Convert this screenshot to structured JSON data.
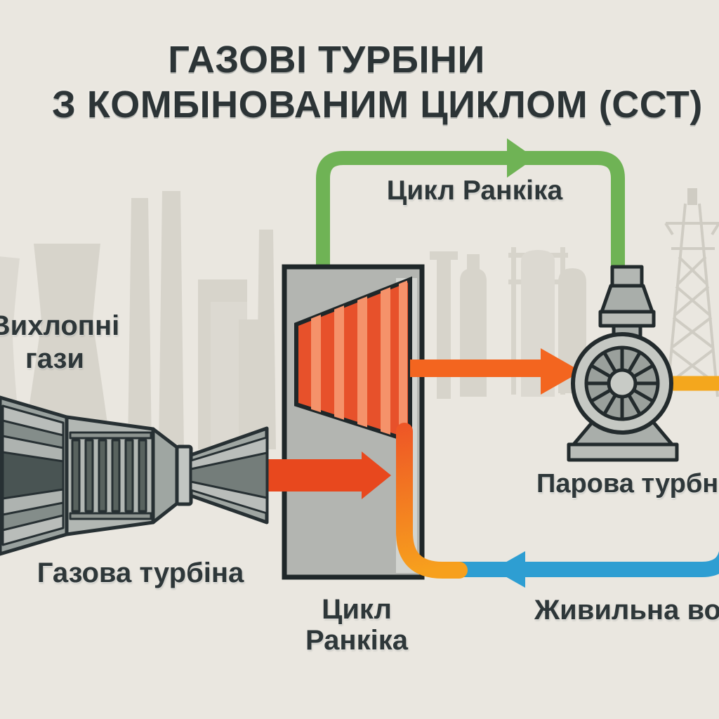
{
  "title": {
    "line1": "ГАЗОВІ ТУРБІНИ",
    "line2": "З КОМБІНОВАНИМ ЦИКЛОМ (ССТ)"
  },
  "labels": {
    "rankine_top": "Цикл Ранкіка",
    "exhaust_line1": "Вихлопні",
    "exhaust_line2": "гази",
    "gas_turbine": "Газова турбіна",
    "steam_turbine": "Парова турбна",
    "rankine_bottom_line1": "Цикл",
    "rankine_bottom_line2": "Ранкіка",
    "feed_water": "Живильна вода"
  },
  "diagram": {
    "nodes": [
      {
        "id": "gas-turbine",
        "label": "Газова турбіна"
      },
      {
        "id": "hrsg-boiler",
        "label": "Цикл Ранкіка"
      },
      {
        "id": "steam-turbine",
        "label": "Парова турбна"
      }
    ],
    "flows": [
      {
        "id": "exhaust-gases",
        "label": "Вихлопні гази",
        "from": "gas-turbine",
        "to": "hrsg-boiler",
        "color": "#e8481e",
        "direction": "right"
      },
      {
        "id": "rankine-steam-loop",
        "label": "Цикл Ранкіка",
        "from": "hrsg-boiler",
        "to": "steam-turbine",
        "color": "#6fb355",
        "direction": "right"
      },
      {
        "id": "hot-steam",
        "from": "hrsg-boiler",
        "to": "steam-turbine",
        "color": "#f3651f",
        "direction": "right"
      },
      {
        "id": "turbine-output",
        "from": "steam-turbine",
        "to": "right-edge",
        "color": "#f4a71d",
        "direction": "right"
      },
      {
        "id": "feed-water",
        "label": "Живильна вода",
        "from": "right-edge",
        "to": "hrsg-boiler",
        "color": "#2e9ed2",
        "direction": "left"
      }
    ]
  },
  "colors": {
    "background": "#eae7e0",
    "silhouette": "#d7d4cb",
    "silhouette_light": "#dcd9d1",
    "outline": "#232b2d",
    "text": "#2e3739",
    "green": "#6fb355",
    "red": "#e8481e",
    "orange": "#f3651f",
    "orange_hot_top": "#ee5426",
    "orange_hot_bottom": "#f7a01d",
    "yellow": "#f4a71d",
    "blue": "#2e9ed2",
    "hrsg_fill": "#b3b5b1",
    "stripe_dark": "#e7512b",
    "stripe_light": "#f5926a",
    "metal_light": "#c5c8c3",
    "metal_mid": "#9aa09c",
    "metal_dark": "#59635f"
  }
}
